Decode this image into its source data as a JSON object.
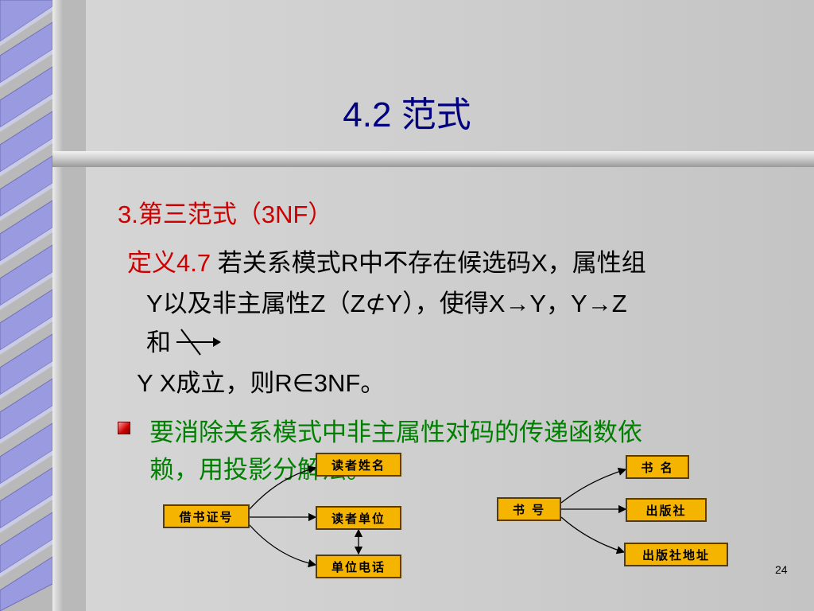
{
  "slide": {
    "title": "4.2 范式",
    "section_heading": "3.第三范式（3NF）",
    "definition": {
      "label": "定义4.7 ",
      "line1": "若关系模式R中不存在候选码X，属性组",
      "line2": "Y以及非主属性Z（Z⊄Y），使得X→Y，Y→Z",
      "line3": "和",
      "line4": "Y  X成立，则R∈3NF。"
    },
    "bullet": {
      "emphasis": "要消除关系模式中非主属性",
      "rest1": "对码的传递函数依",
      "line2": "赖，用投影分解法。"
    },
    "page_number": "24"
  },
  "diagram_left": {
    "source": "借书证号",
    "targets": [
      "读者姓名",
      "读者单位",
      "单位电话"
    ]
  },
  "diagram_right": {
    "source": "书  号",
    "targets": [
      "书  名",
      "出版社",
      "出版社地址"
    ]
  },
  "colors": {
    "title": "#000080",
    "emphasis_red": "#cc0000",
    "bullet_green": "#008000",
    "box_fill": "#f5b400"
  }
}
